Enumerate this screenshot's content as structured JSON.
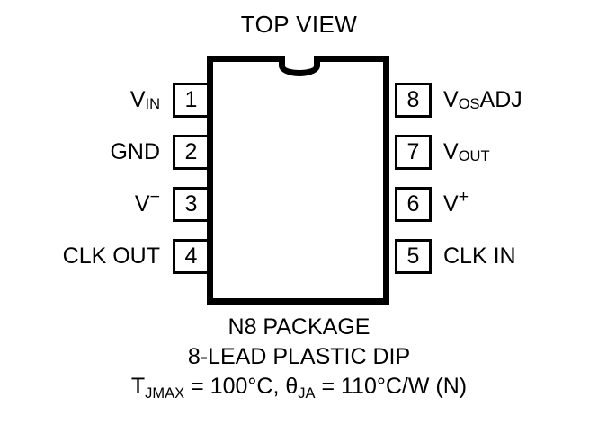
{
  "title": "TOP VIEW",
  "package": {
    "notch_icon": "semicircle-notch-icon",
    "body_shape": "dip-package-outline"
  },
  "pins": {
    "left": [
      {
        "number": "1",
        "label_main": "V",
        "label_sub": "IN",
        "label_sup": "",
        "label_tail": "",
        "full": "VIN"
      },
      {
        "number": "2",
        "label_main": "GND",
        "label_sub": "",
        "label_sup": "",
        "label_tail": "",
        "full": "GND"
      },
      {
        "number": "3",
        "label_main": "V",
        "label_sub": "",
        "label_sup": "−",
        "label_tail": "",
        "full": "V-"
      },
      {
        "number": "4",
        "label_main": "CLK OUT",
        "label_sub": "",
        "label_sup": "",
        "label_tail": "",
        "full": "CLK OUT"
      }
    ],
    "right": [
      {
        "number": "8",
        "label_main": "V",
        "label_sub": "OS",
        "label_sup": "",
        "label_tail": " ADJ",
        "full": "VOS ADJ"
      },
      {
        "number": "7",
        "label_main": "V",
        "label_sub": "OUT",
        "label_sup": "",
        "label_tail": "",
        "full": "VOUT"
      },
      {
        "number": "6",
        "label_main": "V",
        "label_sub": "",
        "label_sup": "+",
        "label_tail": "",
        "full": "V+"
      },
      {
        "number": "5",
        "label_main": "CLK IN",
        "label_sub": "",
        "label_sup": "",
        "label_tail": "",
        "full": "CLK IN"
      }
    ]
  },
  "caption": {
    "line1": "N8 PACKAGE",
    "line2": "8-LEAD PLASTIC DIP",
    "line3_part1": "T",
    "line3_sub1": "JMAX",
    "line3_part2": " = 100°C, θ",
    "line3_sub2": "JA",
    "line3_part3": " = 110°C/W (N)",
    "line3_full": "TJMAX = 100°C, θJA = 110°C/W (N)"
  },
  "colors": {
    "ink": "#000000",
    "background": "#ffffff"
  }
}
